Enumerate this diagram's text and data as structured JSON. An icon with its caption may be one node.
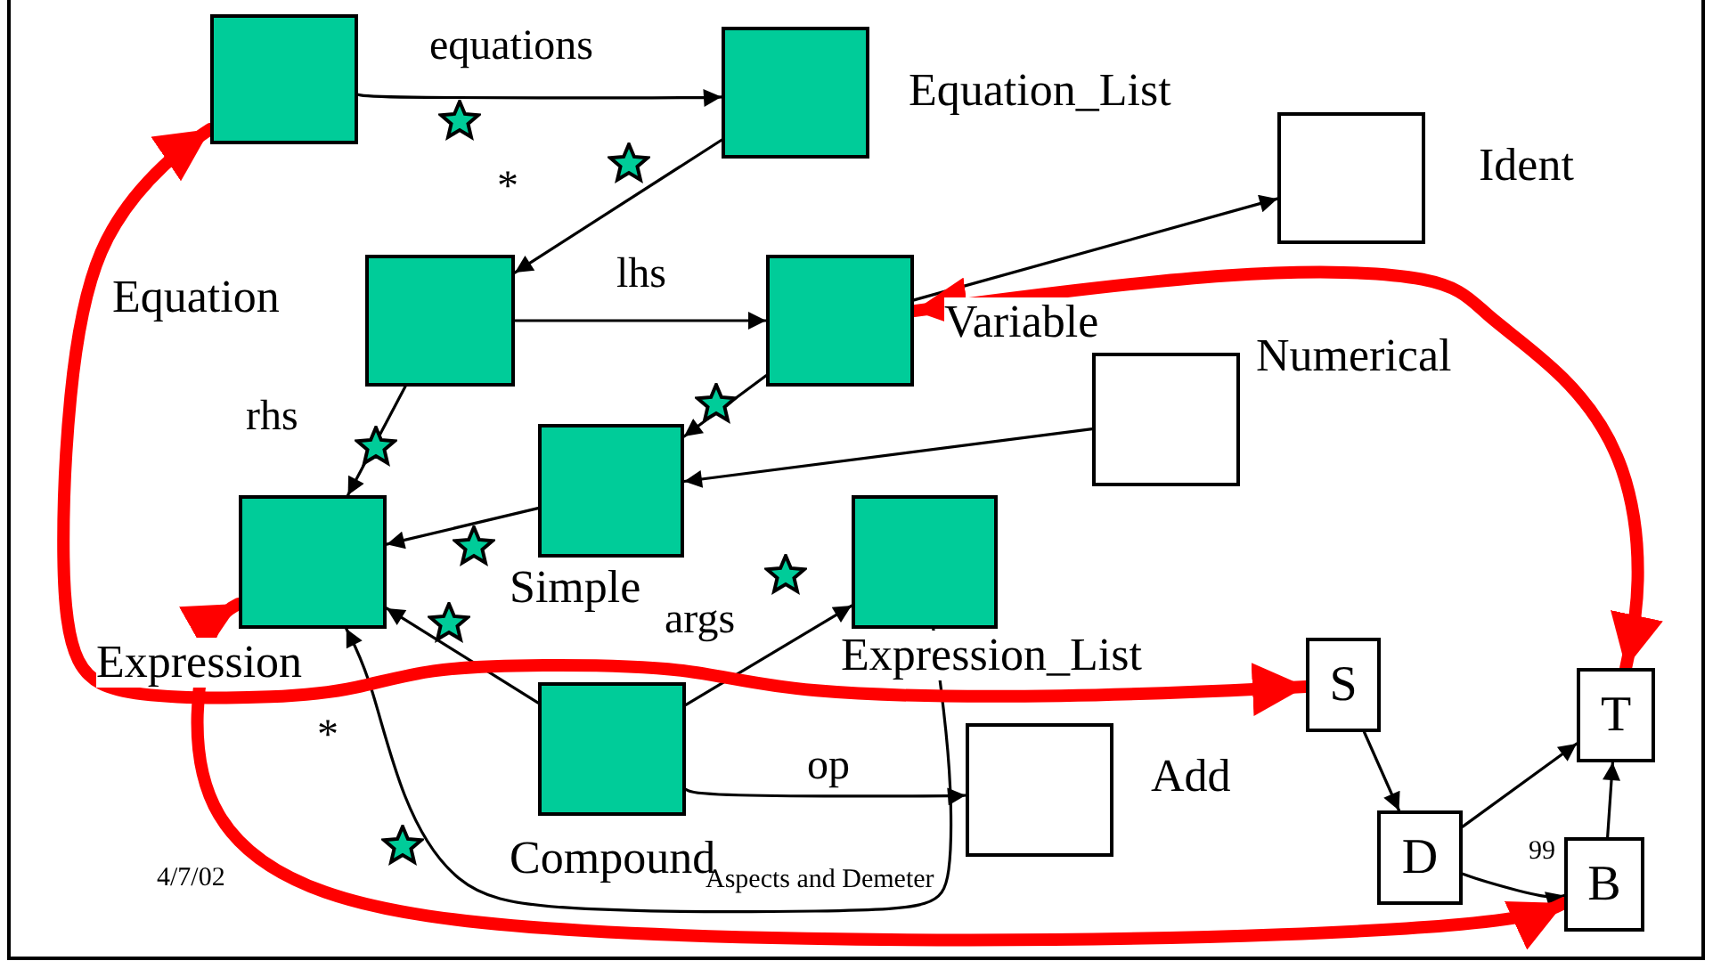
{
  "diagram": {
    "nodes": [
      {
        "text": [],
        "shape": "box"
      },
      {
        "text": [
          "Equation_List"
        ]
      },
      {
        "text": [
          "Ident"
        ]
      },
      {
        "text": [
          "Equation"
        ]
      },
      {
        "text": [
          "Variable"
        ]
      },
      {
        "text": [
          "Numerical"
        ]
      },
      {
        "text": [
          "Simple"
        ]
      },
      {
        "text": [
          "Expression"
        ]
      },
      {
        "text": [
          "Expression_List"
        ]
      },
      {
        "text": [
          "Compound"
        ]
      },
      {
        "text": [
          "Add"
        ]
      },
      {
        "text": [
          "S"
        ]
      },
      {
        "text": [
          "T"
        ]
      },
      {
        "text": [
          "D"
        ]
      },
      {
        "text": [
          "B"
        ]
      }
    ],
    "edges": [
      {
        "from": 0,
        "to": 1,
        "arrow": "to",
        "label": "equations"
      },
      {
        "from": 1,
        "to": 3,
        "arrow": "to"
      },
      {
        "from": 3,
        "to": 4,
        "arrow": "to",
        "label": "lhs"
      },
      {
        "from": 3,
        "to": 7,
        "arrow": "to",
        "label": "rhs"
      },
      {
        "from": 4,
        "to": 2,
        "arrow": "to"
      },
      {
        "from": 4,
        "to": 6,
        "arrow": "to"
      },
      {
        "from": 5,
        "to": 6,
        "arrow": "to"
      },
      {
        "from": 6,
        "to": 7,
        "arrow": "to"
      },
      {
        "from": 9,
        "to": 7,
        "arrow": "to"
      },
      {
        "from": 9,
        "to": 8,
        "arrow": "to",
        "label": "args"
      },
      {
        "from": 9,
        "to": 10,
        "arrow": "to",
        "label": "op"
      },
      {
        "from": 8,
        "to": 7,
        "arrow": "to"
      },
      {
        "from": 11,
        "to": 13,
        "arrow": "to"
      },
      {
        "from": 13,
        "to": 12,
        "arrow": "to"
      },
      {
        "from": 13,
        "to": 14,
        "arrow": "to"
      },
      {
        "from": 14,
        "to": 12,
        "arrow": "to"
      },
      {
        "from": 0,
        "to": 11,
        "arrow": "both",
        "style": "thick",
        "color": "#ff0000"
      },
      {
        "from": 7,
        "to": 14,
        "arrow": "both",
        "style": "thick",
        "color": "#ff0000"
      },
      {
        "from": 4,
        "to": 12,
        "arrow": "both",
        "style": "thick",
        "color": "#ff0000"
      }
    ],
    "labels": [
      "*",
      "*",
      "4/7/02",
      "Aspects and Demeter",
      "99"
    ]
  }
}
